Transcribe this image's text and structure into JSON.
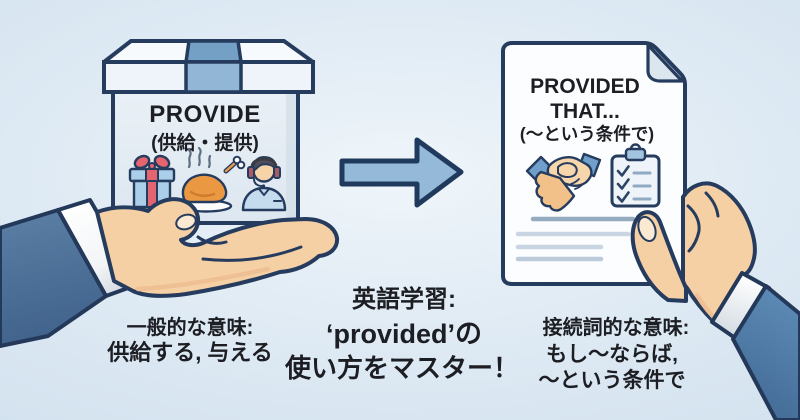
{
  "illustration_theme": "Educational illustration comparing two meanings of the English word 'provided'",
  "box": {
    "title": "PROVIDE",
    "subtitle": "(供給・提供)",
    "icons": [
      "gift-icon",
      "roast-chicken-icon",
      "support-agent-icon"
    ]
  },
  "arrow": {
    "direction": "right",
    "name": "arrow-right-icon"
  },
  "document": {
    "title_line1": "PROVIDED",
    "title_line2": "THAT...",
    "subtitle": "(～という条件で)",
    "icons": [
      "handshake-icon",
      "checklist-icon"
    ]
  },
  "caption": {
    "line1": "英語学習:",
    "line2": "‘provided’の",
    "line3": "使い方をマスター！"
  },
  "left_meaning": {
    "line1": "一般的な意味:",
    "line2": "供給する, 与える"
  },
  "right_meaning": {
    "line1": "接続詞的な意味:",
    "line2": "もし～ならば,",
    "line3": "～という条件で"
  },
  "colors": {
    "background": "#d7e5f1",
    "outline": "#263c5e",
    "arrow_fill": "#95b9d8",
    "skin": "#f6d0a5",
    "sleeve_blue": "#4f7aa6",
    "accent_red": "#e4646f",
    "text": "#1c1e23"
  }
}
